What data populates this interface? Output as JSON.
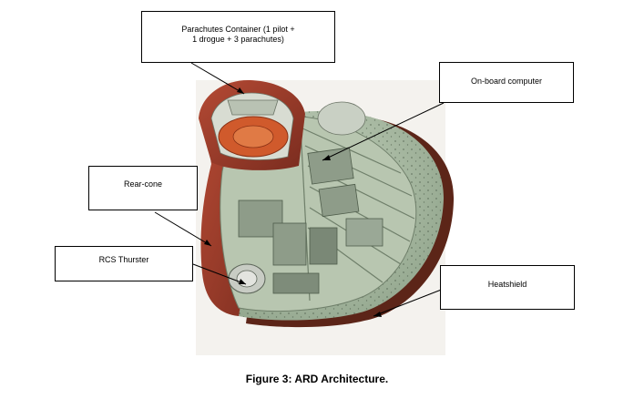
{
  "callouts": {
    "parachutes": {
      "line1": "Parachutes Container (1 pilot +",
      "line2": "1 drogue + 3 parachutes)"
    },
    "computer": "On-board computer",
    "rear_cone": "Rear-cone",
    "rcs_thruster": "RCS Thurster",
    "heatshield": "Heatshield"
  },
  "caption": "Figure 3: ARD Architecture.",
  "colors": {
    "shell_red": "#a8402d",
    "interior_green": "#a8b9a2",
    "heatshield_dark": "#5c2518",
    "parachute_orange": "#d05a2c"
  }
}
